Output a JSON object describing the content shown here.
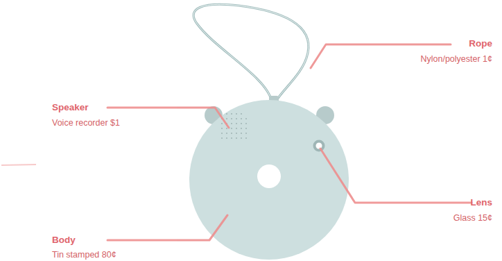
{
  "diagram": {
    "labels": [
      "Rope",
      "Nylon/polyester 1¢",
      "Speaker",
      "Voice recorder $1",
      "Lens",
      "Glass 15¢",
      "Body",
      "Tin stamped 80¢"
    ]
  }
}
